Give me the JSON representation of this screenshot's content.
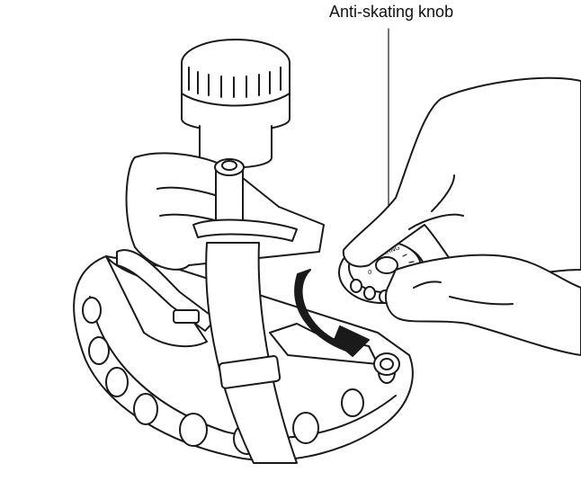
{
  "callout": {
    "label": "Anti-skating knob"
  },
  "dial": {
    "ring_text": "ANTI-SKATING",
    "zero_mark": "0"
  },
  "colors": {
    "line": "#1a1a1a",
    "arrow": "#1a1a1a",
    "background": "#ffffff"
  }
}
